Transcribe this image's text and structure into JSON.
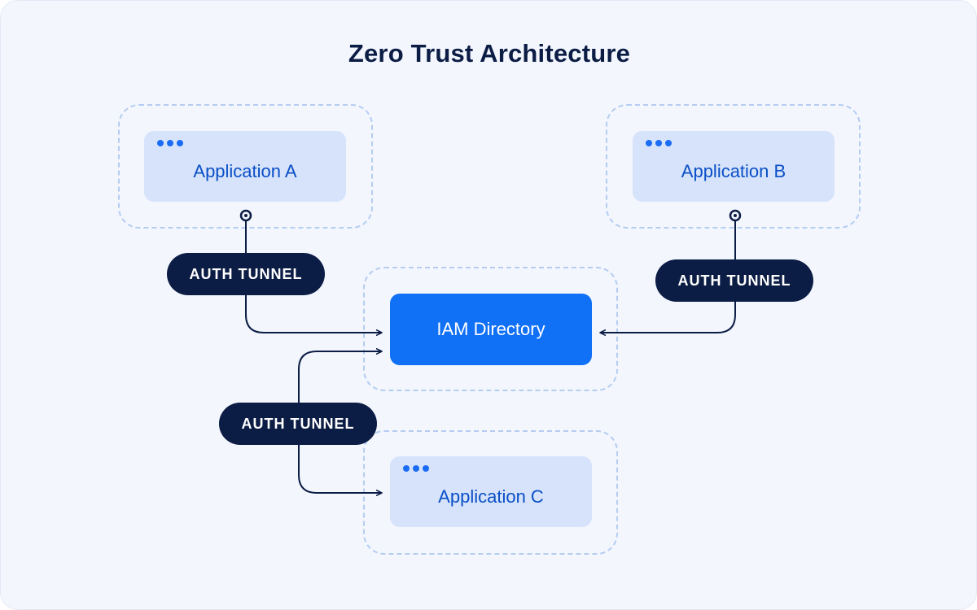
{
  "title": "Zero Trust Architecture",
  "apps": {
    "a": "Application A",
    "b": "Application B",
    "c": "Application C"
  },
  "iam": "IAM Directory",
  "tunnels": {
    "left": "AUTH TUNNEL",
    "right": "AUTH TUNNEL",
    "bottom": "AUTH TUNNEL"
  },
  "colors": {
    "background": "#f3f6fd",
    "dashed_border": "#b4cdf2",
    "app_fill": "#d6e3fb",
    "app_text": "#0a4fc6",
    "iam_fill": "#1070f6",
    "tunnel_fill": "#0c1d45",
    "line": "#0c1d45"
  }
}
